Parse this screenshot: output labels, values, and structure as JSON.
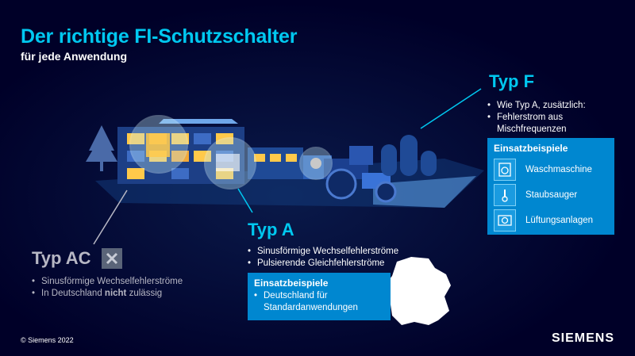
{
  "header": {
    "title": "Der richtige FI-Schutzschalter",
    "subtitle": "für jede Anwendung"
  },
  "typ_f": {
    "heading": "Typ F",
    "bullets": [
      "Wie Typ A, zusätzlich:",
      "Fehlerstrom aus Mischfrequenzen"
    ],
    "examples_title": "Einsatzbeispiele",
    "examples": [
      {
        "icon": "washing-machine-icon",
        "label": "Waschmaschine"
      },
      {
        "icon": "vacuum-cleaner-icon",
        "label": "Staubsauger"
      },
      {
        "icon": "ventilation-icon",
        "label": "Lüftungsanlagen"
      }
    ]
  },
  "typ_a": {
    "heading": "Typ A",
    "bullets": [
      "Sinusförmige Wechselfehlerströme",
      "Pulsierende Gleichfehlerströme"
    ],
    "examples_title": "Einsatzbeispiele",
    "examples": [
      "Deutschland für Standardanwendungen"
    ]
  },
  "typ_ac": {
    "heading": "Typ AC",
    "bullets_pre": "In Deutschland ",
    "bullets_bold": "nicht",
    "bullets_post": " zulässig",
    "bullets": [
      "Sinusförmige Wechselfehlerströme"
    ]
  },
  "footer": {
    "copyright": "© Siemens 2022",
    "logo": "SIEMENS"
  },
  "colors": {
    "background": "#000028",
    "accent": "#00c8f0",
    "box": "#0087d0",
    "x_box": "#5a6478"
  }
}
